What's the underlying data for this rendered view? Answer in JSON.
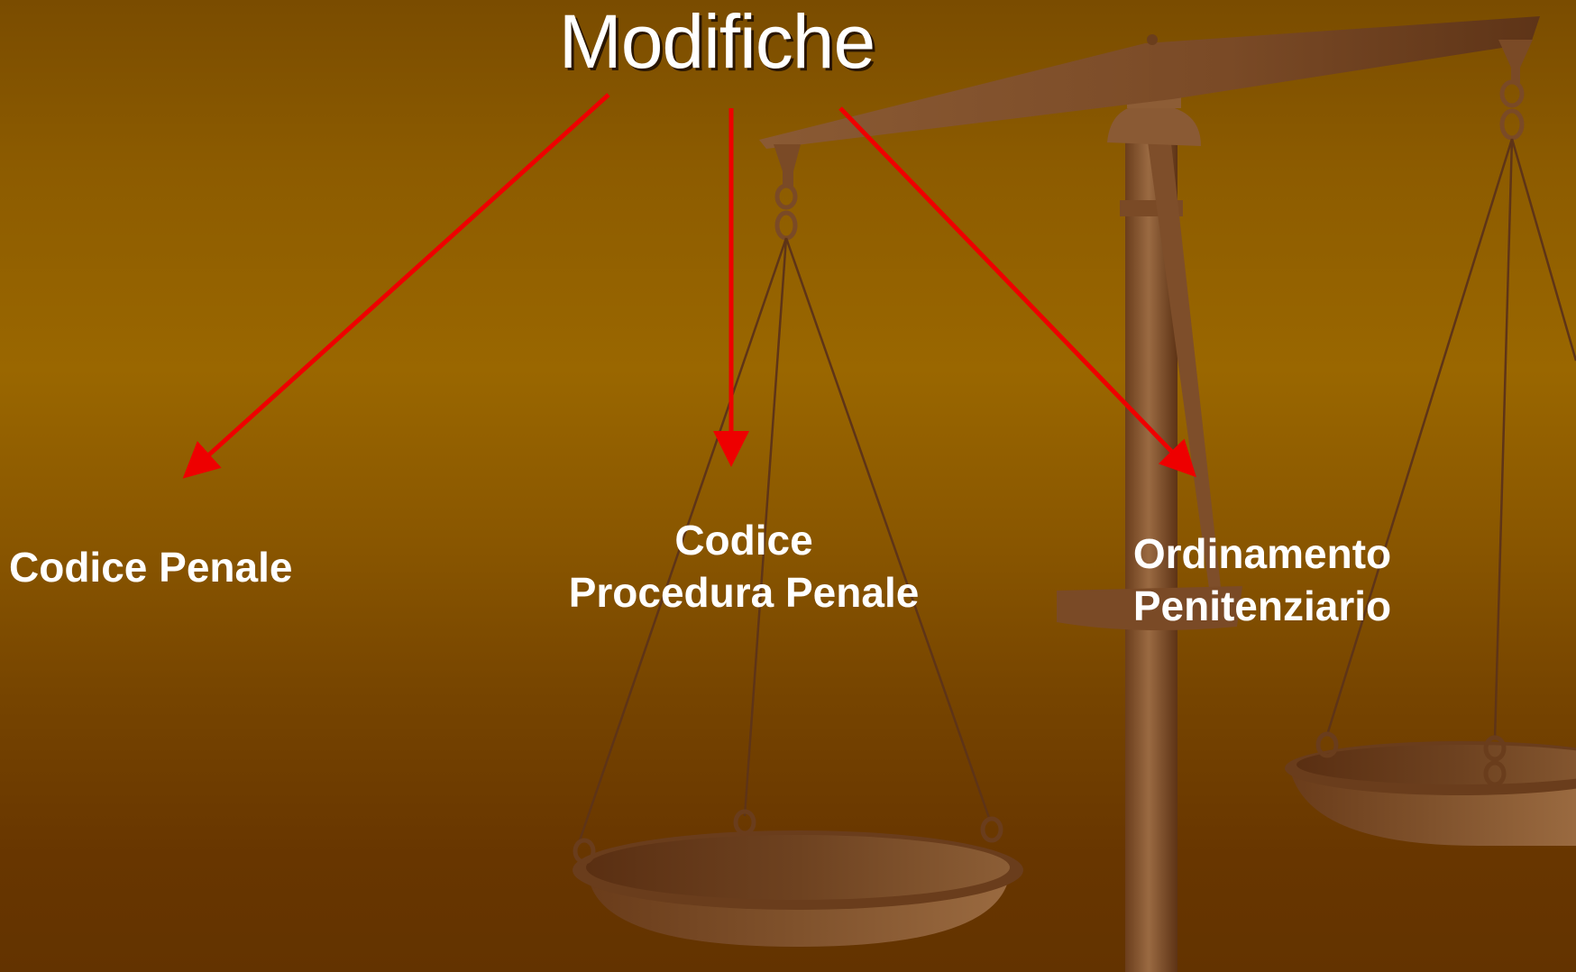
{
  "slide": {
    "title": "Modifiche",
    "targets": [
      {
        "name": "codice-penale",
        "lines": [
          "Codice Penale"
        ]
      },
      {
        "name": "codice-procedura-penale",
        "lines": [
          "Codice",
          "Procedura Penale"
        ]
      },
      {
        "name": "ordinamento-penitenziario",
        "lines": [
          "Ordinamento",
          "Penitenziario"
        ]
      }
    ]
  },
  "colors": {
    "background_top": "#7a4c00",
    "background_mid": "#9a6700",
    "background_bottom": "#633300",
    "arrow": "#ee0000",
    "text": "#ffffff",
    "scale_wood": "#7a4a26"
  },
  "background_image": "scales-of-justice"
}
